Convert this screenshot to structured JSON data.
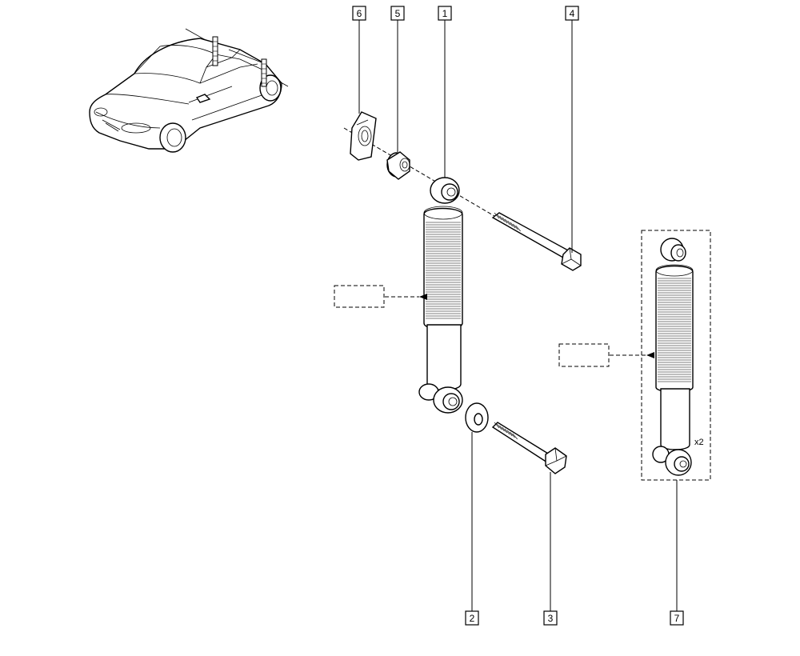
{
  "callouts": [
    {
      "id": "6",
      "label": "6"
    },
    {
      "id": "5",
      "label": "5"
    },
    {
      "id": "1",
      "label": "1"
    },
    {
      "id": "4",
      "label": "4"
    },
    {
      "id": "2",
      "label": "2"
    },
    {
      "id": "3",
      "label": "3"
    },
    {
      "id": "7",
      "label": "7"
    }
  ],
  "quantity_label": "x2",
  "icons": {
    "vehicle": "car-location-icon",
    "shock": "shock-absorber-icon",
    "bolt": "bolt-icon",
    "washer": "washer-icon",
    "bushing": "bushing-icon",
    "plate": "mounting-plate-icon"
  }
}
